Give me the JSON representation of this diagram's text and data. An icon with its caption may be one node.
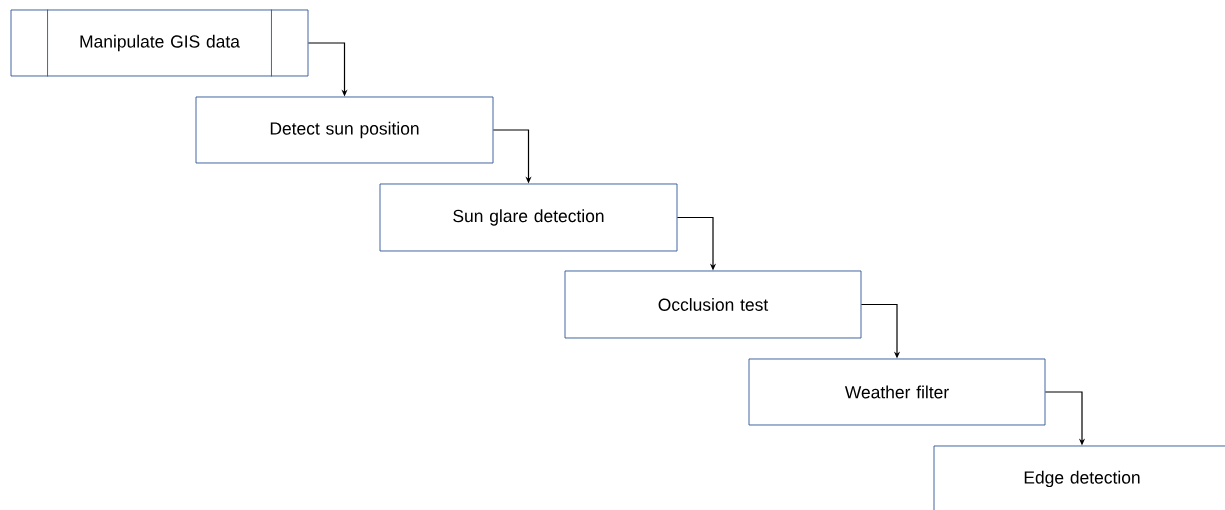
{
  "diagram": {
    "nodes": [
      {
        "text": [
          "Manipulate GIS data"
        ]
      },
      {
        "text": [
          "Detect sun position"
        ]
      },
      {
        "text": [
          "Sun glare detection"
        ]
      },
      {
        "text": [
          "Occlusion test"
        ]
      },
      {
        "text": [
          "Weather filter"
        ]
      },
      {
        "text": [
          "Edge detection"
        ]
      }
    ],
    "edges": [
      {
        "from": 0,
        "to": 1,
        "arrow": "to"
      },
      {
        "from": 1,
        "to": 2,
        "arrow": "to"
      },
      {
        "from": 2,
        "to": 3,
        "arrow": "to"
      },
      {
        "from": 3,
        "to": 4,
        "arrow": "to"
      },
      {
        "from": 4,
        "to": 5,
        "arrow": "to"
      }
    ]
  }
}
